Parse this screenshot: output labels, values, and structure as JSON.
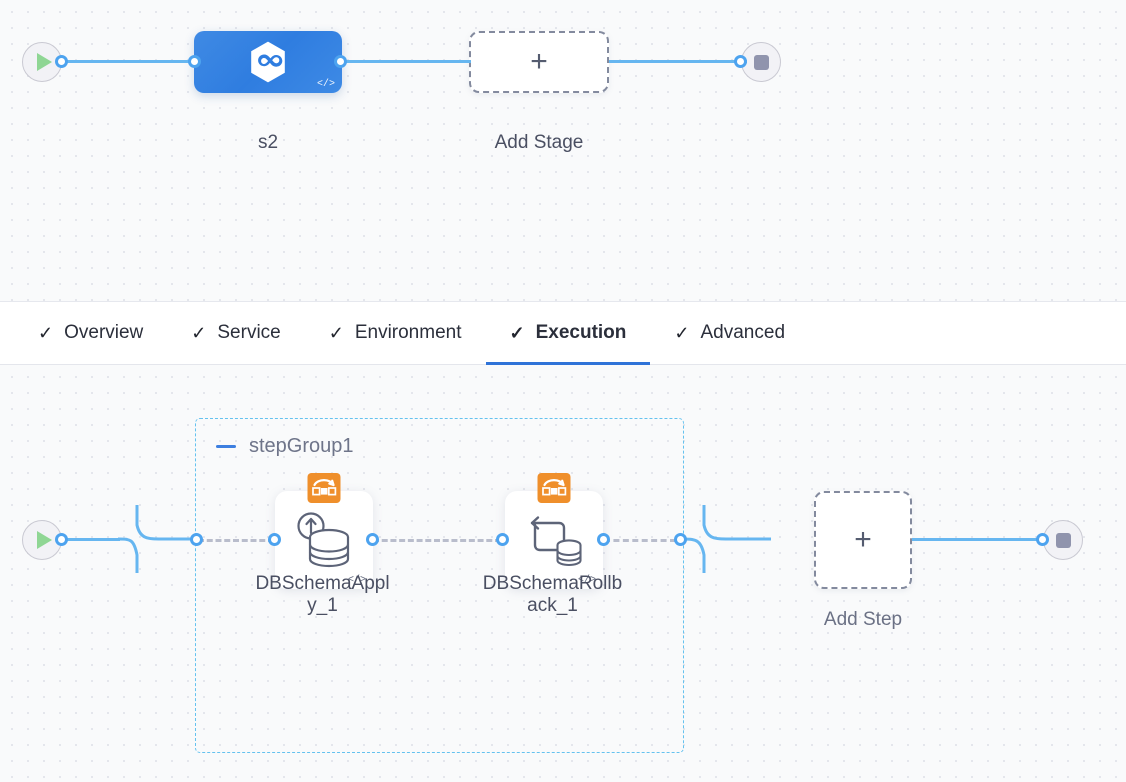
{
  "stage_canvas": {
    "start_node": {
      "name": "pipeline-start",
      "icon": "play-icon"
    },
    "end_node": {
      "name": "pipeline-end",
      "icon": "stop-icon"
    },
    "stage": {
      "label": "s2",
      "icon": "harness-hexagon-icon",
      "code_glyph": "</>"
    },
    "add_stage": {
      "label": "Add Stage",
      "plus": "+"
    }
  },
  "tabs": {
    "check_glyph": "✓",
    "items": [
      {
        "label": "Overview",
        "active": false,
        "checked": true
      },
      {
        "label": "Service",
        "active": false,
        "checked": true
      },
      {
        "label": "Environment",
        "active": false,
        "checked": true
      },
      {
        "label": "Execution",
        "active": true,
        "checked": true
      },
      {
        "label": "Advanced",
        "active": false,
        "checked": true
      }
    ]
  },
  "step_canvas": {
    "start_node": {
      "name": "execution-start",
      "icon": "play-icon"
    },
    "end_node": {
      "name": "execution-end",
      "icon": "stop-icon"
    },
    "step_group": {
      "label": "stepGroup1",
      "collapse_icon": "minus-icon",
      "steps": [
        {
          "label": "DBSchemaAppl\ny_1",
          "full_label": "DBSchemaApply_1",
          "icon": "liquibase-db-apply-icon",
          "badge_icon": "liquibase-badge-icon",
          "code_glyph": "</>"
        },
        {
          "label": "DBSchemaRollb\nack_1",
          "full_label": "DBSchemaRollback_1",
          "icon": "liquibase-db-rollback-icon",
          "badge_icon": "liquibase-badge-icon",
          "code_glyph": "</>"
        }
      ]
    },
    "add_step": {
      "label": "Add Step",
      "plus": "+"
    }
  },
  "colors": {
    "wire": "#66b6f0",
    "port": "#4da3ef",
    "stage_node": "#2f7de0",
    "tab_active_underline": "#2f73d8",
    "group_border": "#65c2ef",
    "badge_orange": "#ef8f2b",
    "dashed_wire": "#b9bdcc"
  }
}
